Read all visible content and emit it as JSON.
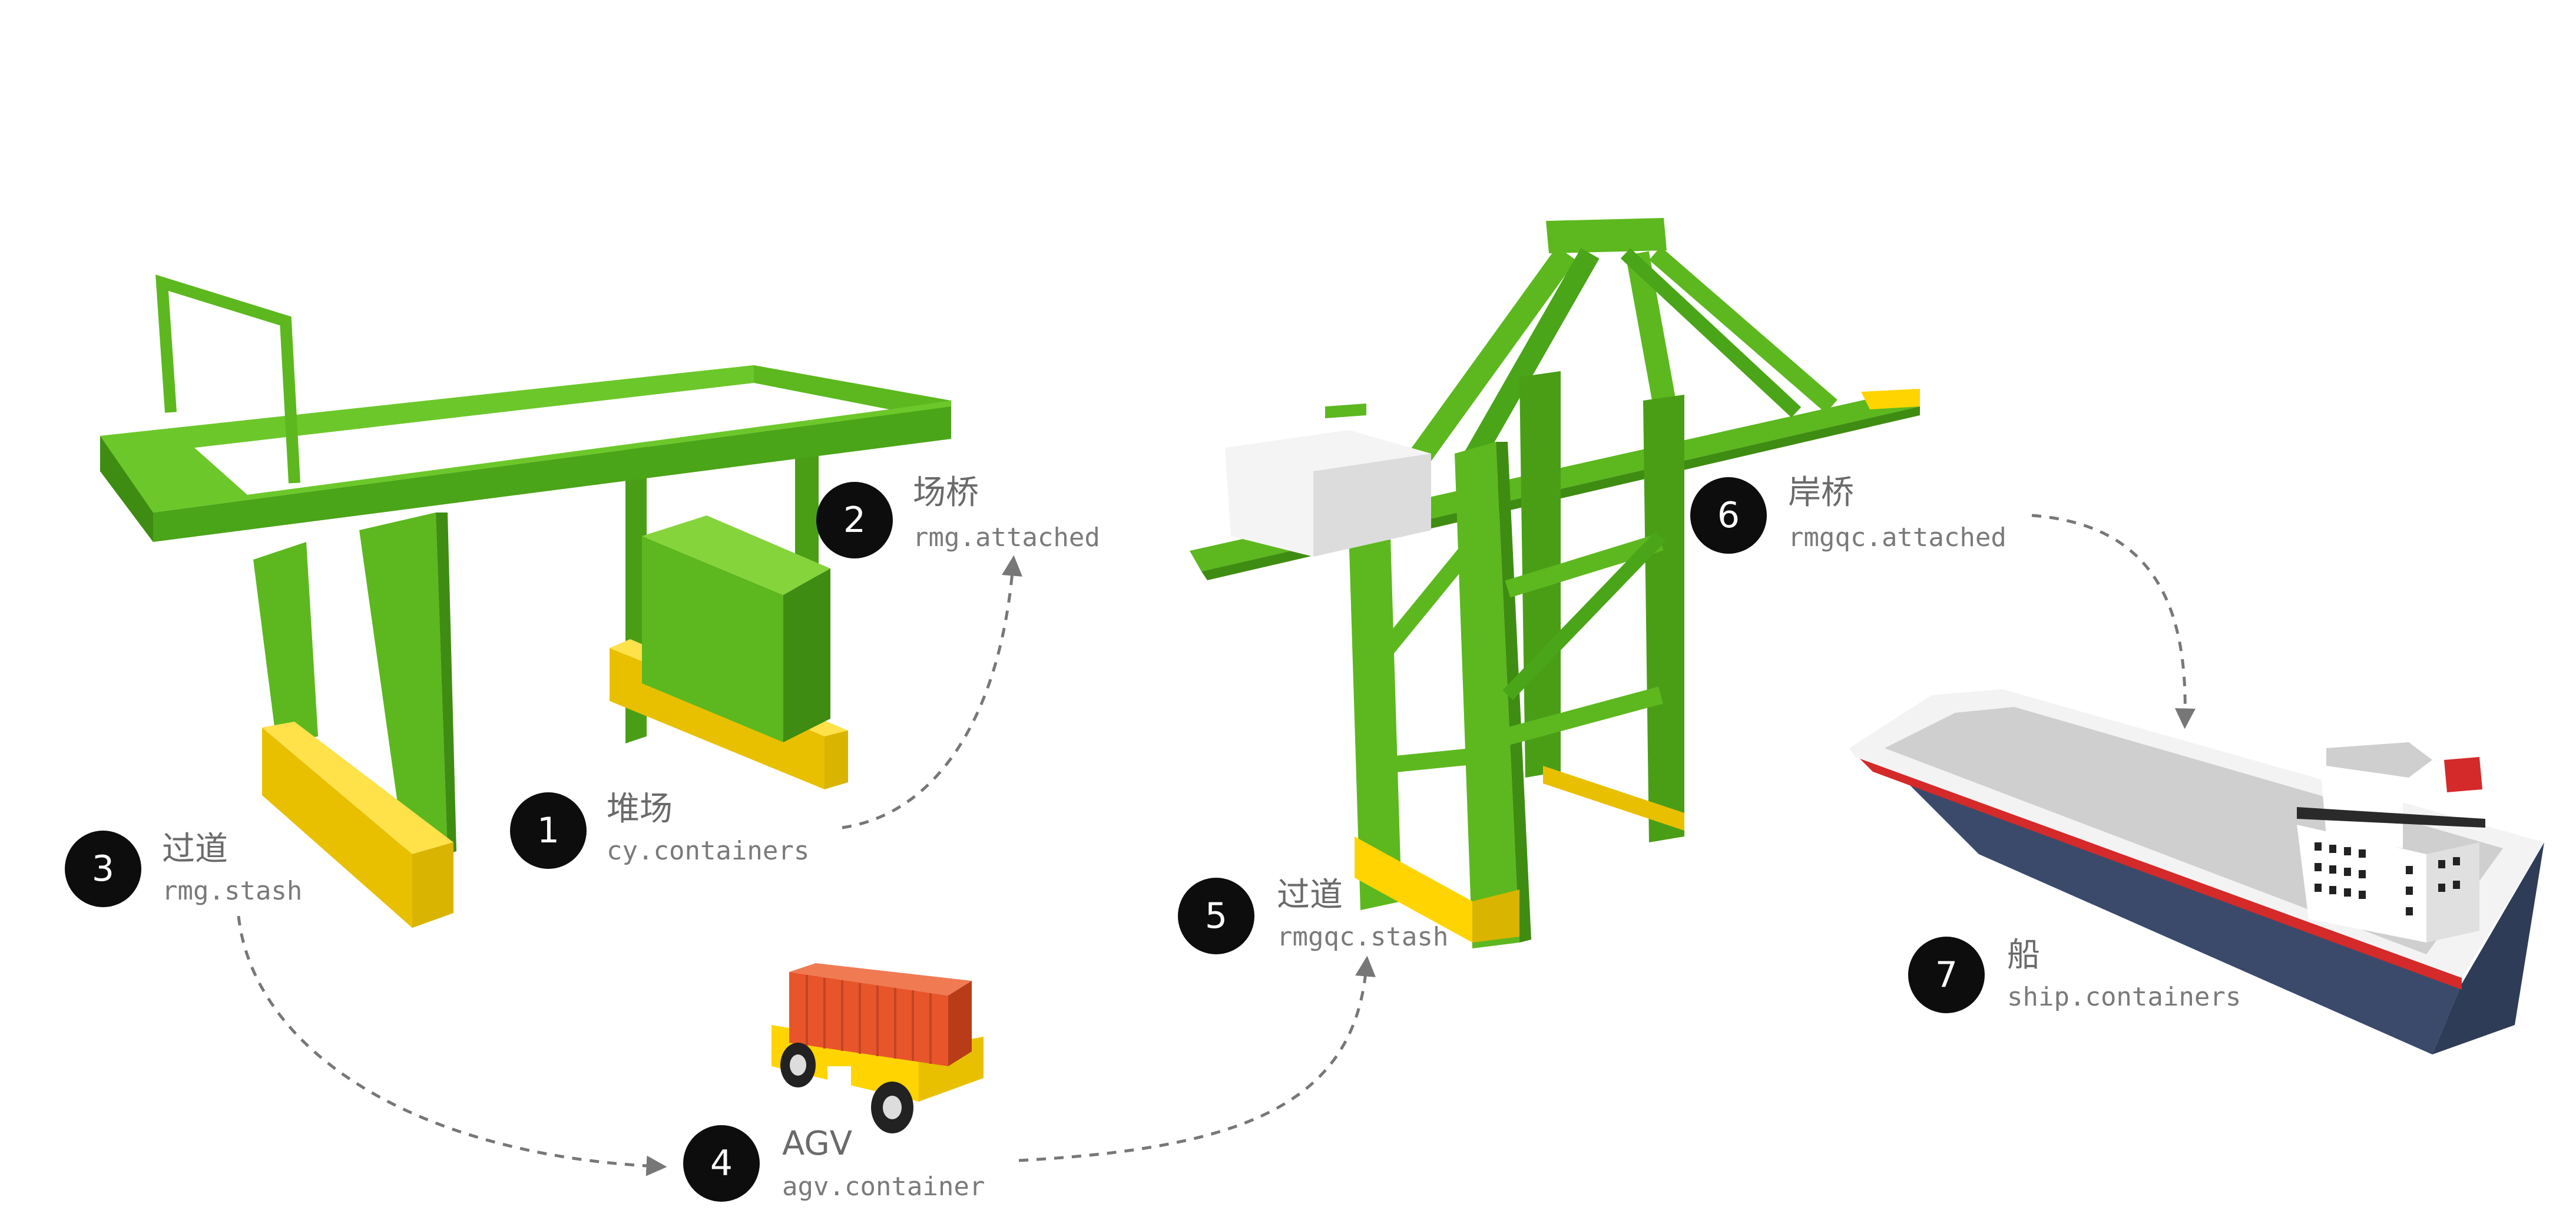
{
  "steps": [
    {
      "number": "1",
      "title": "堆场",
      "code": "cy.containers"
    },
    {
      "number": "2",
      "title": "场桥",
      "code": "rmg.attached"
    },
    {
      "number": "3",
      "title": "过道",
      "code": "rmg.stash"
    },
    {
      "number": "4",
      "title": "AGV",
      "code": "agv.container"
    },
    {
      "number": "5",
      "title": "过道",
      "code": "rmgqc.stash"
    },
    {
      "number": "6",
      "title": "岸桥",
      "code": "rmgqc.attached"
    },
    {
      "number": "7",
      "title": "船",
      "code": "ship.containers"
    }
  ],
  "colors": {
    "crane_green": "#5cb81e",
    "crane_green_dark": "#3f8c12",
    "crane_green_light": "#86d43c",
    "base_yellow": "#ffd400",
    "container_orange": "#e8552b",
    "hull_navy": "#3b4a6b",
    "hull_red": "#d42a2a",
    "deck_grey": "#cfcfcf",
    "arrow_grey": "#777777",
    "badge": "#0d0d0d",
    "label": "#6a6a6a"
  },
  "icons": [
    "rmg-gantry-crane-icon",
    "quay-crane-icon",
    "agv-vehicle-icon",
    "container-ship-icon"
  ]
}
